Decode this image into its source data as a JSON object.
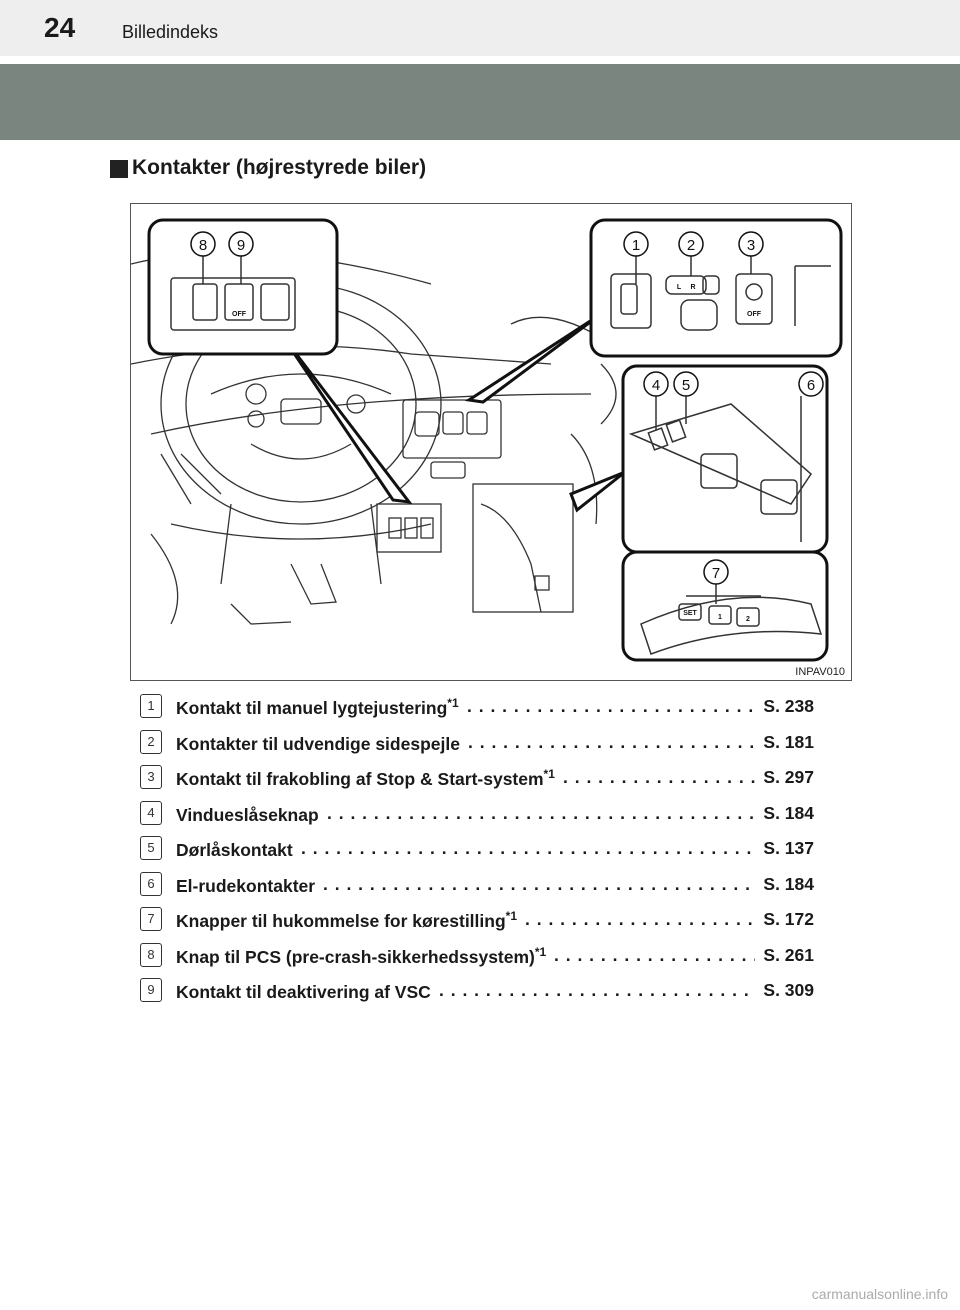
{
  "header": {
    "page_number": "24",
    "title": "Billedindeks"
  },
  "section": {
    "heading": "Kontakter (højrestyrede biler)"
  },
  "figure": {
    "label": "INPAV010",
    "callouts": [
      "1",
      "2",
      "3",
      "4",
      "5",
      "6",
      "7",
      "8",
      "9"
    ],
    "sub_labels": [
      "OFF",
      "OFF",
      "SET",
      "L",
      "R",
      "1",
      "2"
    ]
  },
  "items": [
    {
      "num": "1",
      "text": "Kontakt til manuel lygtejustering",
      "sup": "*1",
      "page": "S. 238"
    },
    {
      "num": "2",
      "text": "Kontakter til udvendige sidespejle",
      "sup": "",
      "page": "S. 181"
    },
    {
      "num": "3",
      "text": "Kontakt til frakobling af Stop & Start-system",
      "sup": "*1",
      "page": "S. 297"
    },
    {
      "num": "4",
      "text": "Vindueslåseknap",
      "sup": "",
      "page": "S. 184"
    },
    {
      "num": "5",
      "text": "Dørlåskontakt",
      "sup": "",
      "page": "S. 137"
    },
    {
      "num": "6",
      "text": "El-rudekontakter",
      "sup": "",
      "page": "S. 184"
    },
    {
      "num": "7",
      "text": "Knapper til hukommelse for kørestilling",
      "sup": "*1",
      "page": "S. 172"
    },
    {
      "num": "8",
      "text": "Knap til PCS (pre-crash-sikkerhedssystem)",
      "sup": "*1",
      "page": "S. 261"
    },
    {
      "num": "9",
      "text": "Kontakt til deaktivering af VSC",
      "sup": "",
      "page": "S. 309"
    }
  ],
  "watermark": "carmanualsonline.info"
}
